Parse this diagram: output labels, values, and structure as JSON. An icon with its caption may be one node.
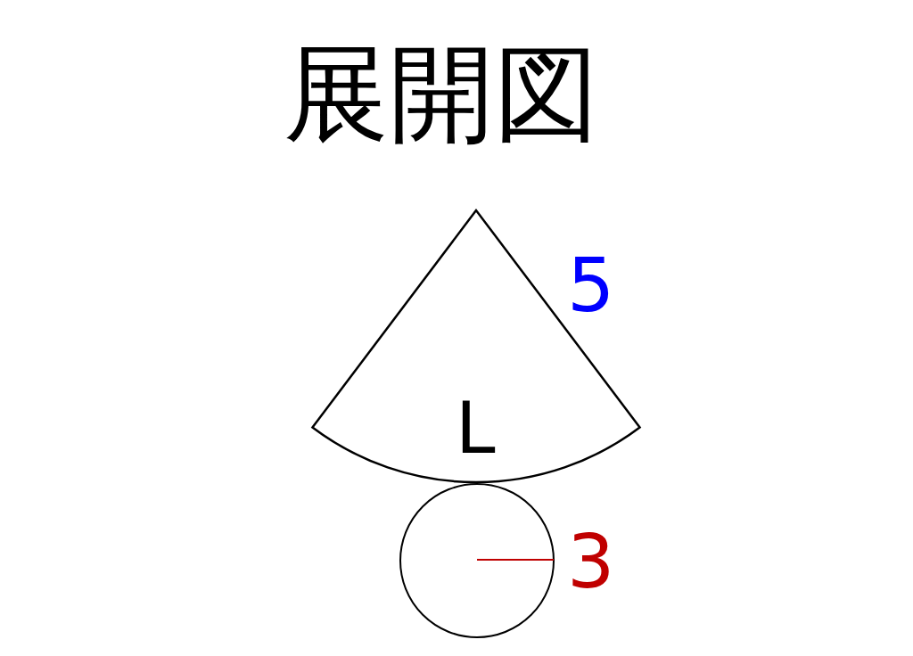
{
  "diagram": {
    "title": "展開図",
    "nodes": [
      {
        "text": [
          "L"
        ]
      },
      {
        "text": [],
        "shape": "circle"
      }
    ],
    "labels": [
      "5",
      "3"
    ]
  }
}
